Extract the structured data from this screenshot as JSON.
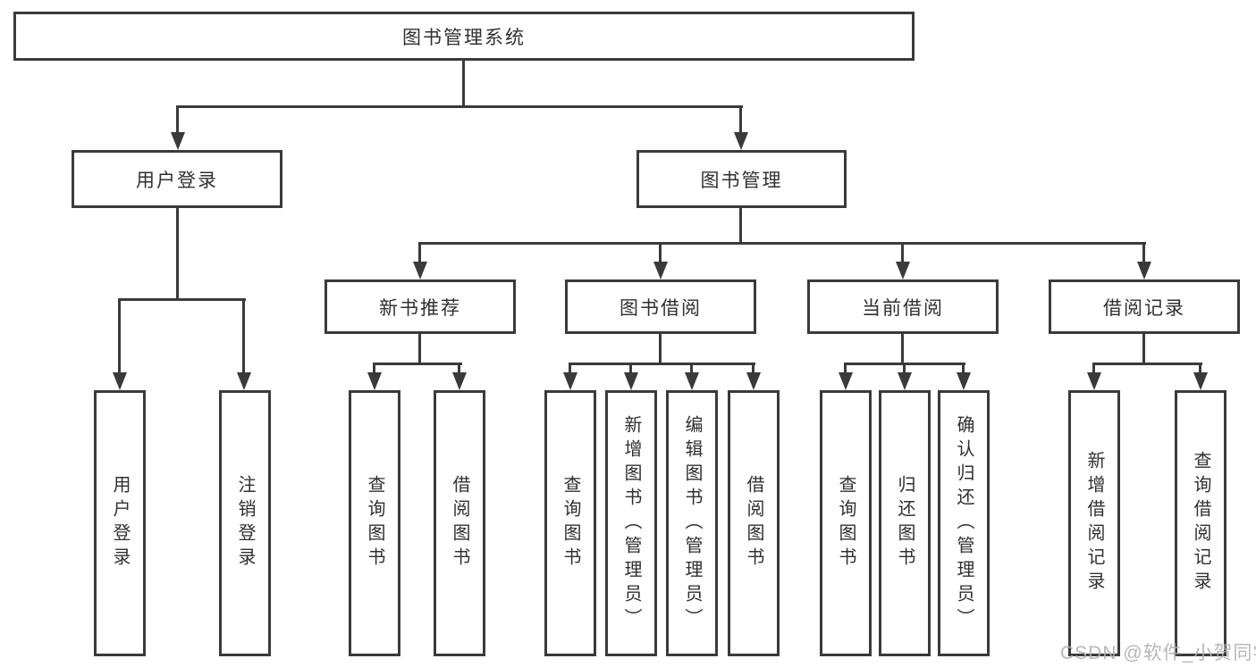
{
  "diagram": {
    "title": "图书管理系统",
    "root": {
      "label": "图书管理系统"
    },
    "level2": [
      {
        "label": "用户登录"
      },
      {
        "label": "图书管理"
      }
    ],
    "level3": [
      {
        "label": "新书推荐"
      },
      {
        "label": "图书借阅"
      },
      {
        "label": "当前借阅"
      },
      {
        "label": "借阅记录"
      }
    ],
    "leaves": {
      "login": [
        "用户登录",
        "注销登录"
      ],
      "recommend": [
        "查询图书",
        "借阅图书"
      ],
      "borrow": [
        "查询图书",
        "新增图书（管理员）",
        "编辑图书（管理员）",
        "借阅图书"
      ],
      "current": [
        "查询图书",
        "归还图书",
        "确认归还（管理员）"
      ],
      "records": [
        "新增借阅记录",
        "查询借阅记录"
      ]
    }
  },
  "watermark": "CSDN @软件_小贺同学",
  "colors": {
    "line": "#3a3a3a",
    "text": "#303030",
    "background": "#ffffff",
    "watermark": "#afafaf"
  }
}
